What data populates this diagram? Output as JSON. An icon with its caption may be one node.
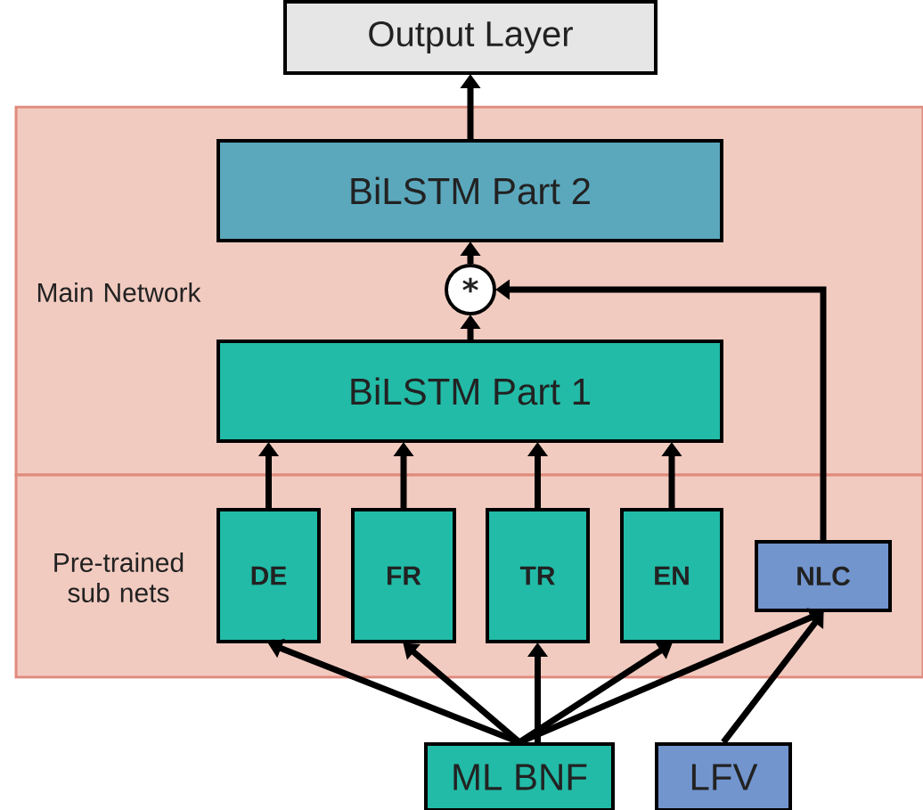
{
  "diagram": {
    "nodes": [
      {
        "text": [
          "Output Layer"
        ]
      },
      {
        "text": [
          "Main Network"
        ]
      },
      {
        "text": [
          "Pre-trained sub nets"
        ]
      },
      {
        "text": [
          "BiLSTM Part 2"
        ],
        "in": 1
      },
      {
        "text": [
          "*"
        ],
        "in": 1
      },
      {
        "text": [
          "BiLSTM Part 1"
        ],
        "in": 1
      },
      {
        "text": [
          "DE"
        ],
        "in": 2
      },
      {
        "text": [
          "FR"
        ],
        "in": 2
      },
      {
        "text": [
          "TR"
        ],
        "in": 2
      },
      {
        "text": [
          "EN"
        ],
        "in": 2
      },
      {
        "text": [
          "NLC"
        ],
        "in": 2
      },
      {
        "text": [
          "ML BNF"
        ]
      },
      {
        "text": [
          "LFV"
        ]
      }
    ],
    "edges": [
      {
        "from": 3,
        "to": 0,
        "arrow": "to"
      },
      {
        "from": 4,
        "to": 3,
        "arrow": "to"
      },
      {
        "from": 5,
        "to": 4,
        "arrow": "to"
      },
      {
        "from": 10,
        "to": 4,
        "arrow": "to"
      },
      {
        "from": 6,
        "to": 5,
        "arrow": "to"
      },
      {
        "from": 7,
        "to": 5,
        "arrow": "to"
      },
      {
        "from": 8,
        "to": 5,
        "arrow": "to"
      },
      {
        "from": 9,
        "to": 5,
        "arrow": "to"
      },
      {
        "from": 11,
        "to": 6,
        "arrow": "to"
      },
      {
        "from": 11,
        "to": 7,
        "arrow": "to"
      },
      {
        "from": 11,
        "to": 8,
        "arrow": "to"
      },
      {
        "from": 11,
        "to": 9,
        "arrow": "to"
      },
      {
        "from": 11,
        "to": 10,
        "arrow": "to"
      },
      {
        "from": 12,
        "to": 10,
        "arrow": "to"
      }
    ]
  }
}
